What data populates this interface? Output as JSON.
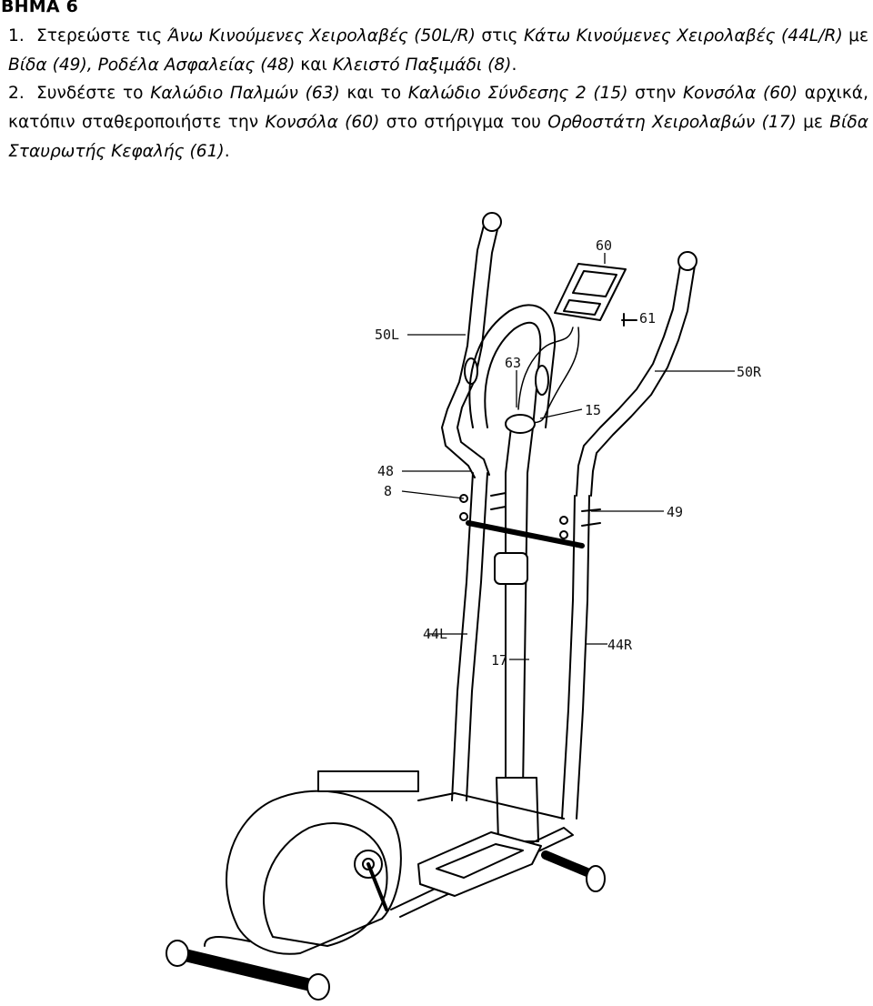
{
  "header": {
    "title": "ΒΗΜΑ 6"
  },
  "steps": [
    {
      "number": "1.",
      "parts": {
        "a": "Στερεώστε τις ",
        "b": "Άνω Κινούμενες Χειρολαβές (50L/R)",
        "c": " στις ",
        "d": "Κάτω Κινούμενες Χειρολαβές (44L/R)",
        "e": " με ",
        "f": "Βίδα (49), Ροδέλα Ασφαλείας (48)",
        "g": " και ",
        "h": "Κλειστό Παξιμάδι (8)",
        "i": "."
      }
    },
    {
      "number": "2.",
      "parts": {
        "a": "Συνδέστε το ",
        "b": "Καλώδιο Παλμών (63)",
        "c": " και το ",
        "d": "Καλώδιο Σύνδεσης 2 (15)",
        "e": " στην ",
        "f": "Κονσόλα (60)",
        "g": " αρχικά, κατόπιν σταθεροποιήστε την ",
        "h": "Κονσόλα (60)",
        "i": " στο στήριγμα του ",
        "j": "Ορθοστάτη Χειρολαβών (17)",
        "k": " με ",
        "l": "Βίδα Σταυρωτής Κεφαλής (61)",
        "m": "."
      }
    }
  ],
  "diagram": {
    "labels": {
      "l60": "60",
      "l61": "61",
      "l50L": "50L",
      "l50R": "50R",
      "l63": "63",
      "l15": "15",
      "l48": "48",
      "l8": "8",
      "l49": "49",
      "l44L": "44L",
      "l17": "17",
      "l44R": "44R"
    }
  }
}
